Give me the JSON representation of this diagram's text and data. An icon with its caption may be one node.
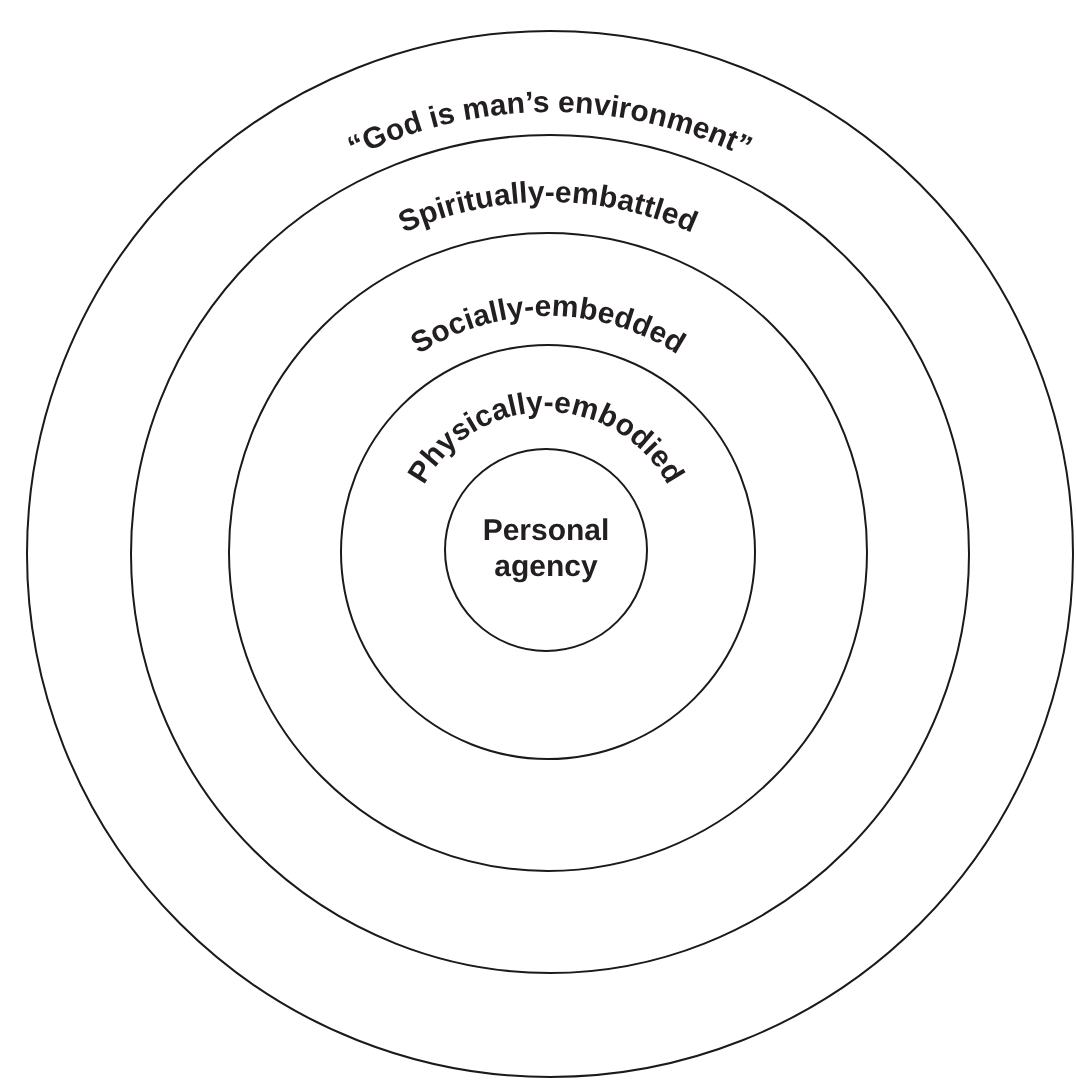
{
  "diagram": {
    "nodes": [
      {
        "text": [
          "“God is man’s environment”"
        ]
      },
      {
        "text": [
          "Spiritually-embattled"
        ],
        "in": 0
      },
      {
        "text": [
          "Socially-embedded"
        ],
        "in": 1
      },
      {
        "text": [
          "Physically-embodied"
        ],
        "in": 2
      },
      {
        "text": [
          "Personal agency"
        ],
        "in": 3
      }
    ]
  }
}
